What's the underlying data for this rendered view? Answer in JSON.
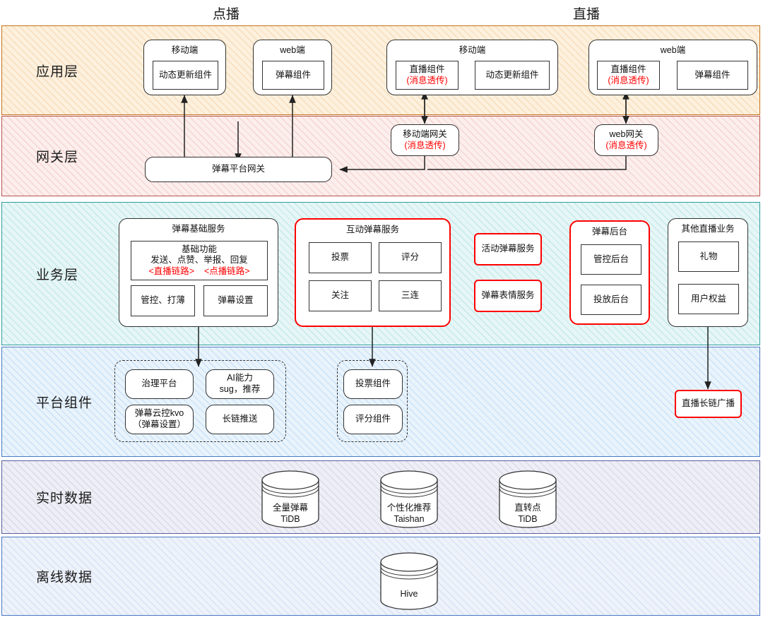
{
  "columns": [
    {
      "id": "vod",
      "label": "点播"
    },
    {
      "id": "live",
      "label": "直播"
    }
  ],
  "layers": [
    {
      "id": "app",
      "label": "应用层"
    },
    {
      "id": "gateway",
      "label": "网关层"
    },
    {
      "id": "business",
      "label": "业务层"
    },
    {
      "id": "platform",
      "label": "平台组件"
    },
    {
      "id": "realtime",
      "label": "实时数据"
    },
    {
      "id": "offline",
      "label": "离线数据"
    }
  ],
  "app_layer": {
    "vod_mobile": {
      "title": "移动端",
      "children": [
        {
          "label": "动态更新组件"
        }
      ]
    },
    "vod_web": {
      "title": "web端",
      "children": [
        {
          "label": "弹幕组件"
        }
      ]
    },
    "live_mobile": {
      "title": "移动端",
      "children": [
        {
          "label": "直播组件",
          "sublabel": "(消息透传)"
        },
        {
          "label": "动态更新组件"
        }
      ]
    },
    "live_web": {
      "title": "web端",
      "children": [
        {
          "label": "直播组件",
          "sublabel": "(消息透传)"
        },
        {
          "label": "弹幕组件"
        }
      ]
    }
  },
  "gateway_layer": {
    "danmaku_gateway": {
      "label": "弹幕平台网关"
    },
    "mobile_gateway": {
      "label": "移动端网关",
      "sublabel": "(消息透传)"
    },
    "web_gateway": {
      "label": "web网关",
      "sublabel": "(消息透传)"
    }
  },
  "business_layer": {
    "danmaku_base": {
      "title": "弹幕基础服务",
      "core": {
        "line1": "基础功能",
        "line2": "发送、点赞、举报、回复",
        "tag1": "<直播链路>",
        "tag2": "<点播链路>"
      },
      "items": [
        {
          "label": "管控、打薄"
        },
        {
          "label": "弹幕设置"
        }
      ]
    },
    "interactive": {
      "title": "互动弹幕服务",
      "items": [
        {
          "label": "投票"
        },
        {
          "label": "评分"
        },
        {
          "label": "关注"
        },
        {
          "label": "三连"
        }
      ]
    },
    "standalone": [
      {
        "label": "活动弹幕服务"
      },
      {
        "label": "弹幕表情服务"
      }
    ],
    "backend": {
      "title": "弹幕后台",
      "items": [
        {
          "label": "管控后台"
        },
        {
          "label": "投放后台"
        }
      ]
    },
    "other_live": {
      "title": "其他直播业务",
      "items": [
        {
          "label": "礼物"
        },
        {
          "label": "用户权益"
        }
      ]
    }
  },
  "platform_layer": {
    "group_left": {
      "items": [
        {
          "label": "治理平台"
        },
        {
          "label": "AI能力",
          "sublabel": "sug，推荐"
        },
        {
          "label": "弹幕云控kvo",
          "sublabel": "（弹幕设置）"
        },
        {
          "label": "长链推送"
        }
      ]
    },
    "group_right": {
      "items": [
        {
          "label": "投票组件"
        },
        {
          "label": "评分组件"
        }
      ]
    },
    "broadcast": {
      "label": "直播长链广播"
    }
  },
  "realtime_layer": {
    "stores": [
      {
        "label": "全量弹幕",
        "sublabel": "TiDB"
      },
      {
        "label": "个性化推荐",
        "sublabel": "Taishan"
      },
      {
        "label": "直转点",
        "sublabel": "TiDB"
      }
    ]
  },
  "offline_layer": {
    "stores": [
      {
        "label": "Hive",
        "sublabel": ""
      }
    ]
  },
  "colors": {
    "accent_red": "#ff0000",
    "app_border": "#c67118",
    "gateway_border": "#b8534f",
    "business_border": "#2e9d9d",
    "platform_border": "#4a79c4",
    "realtime_border": "#5a5f9c",
    "offline_border": "#4a79c4"
  }
}
